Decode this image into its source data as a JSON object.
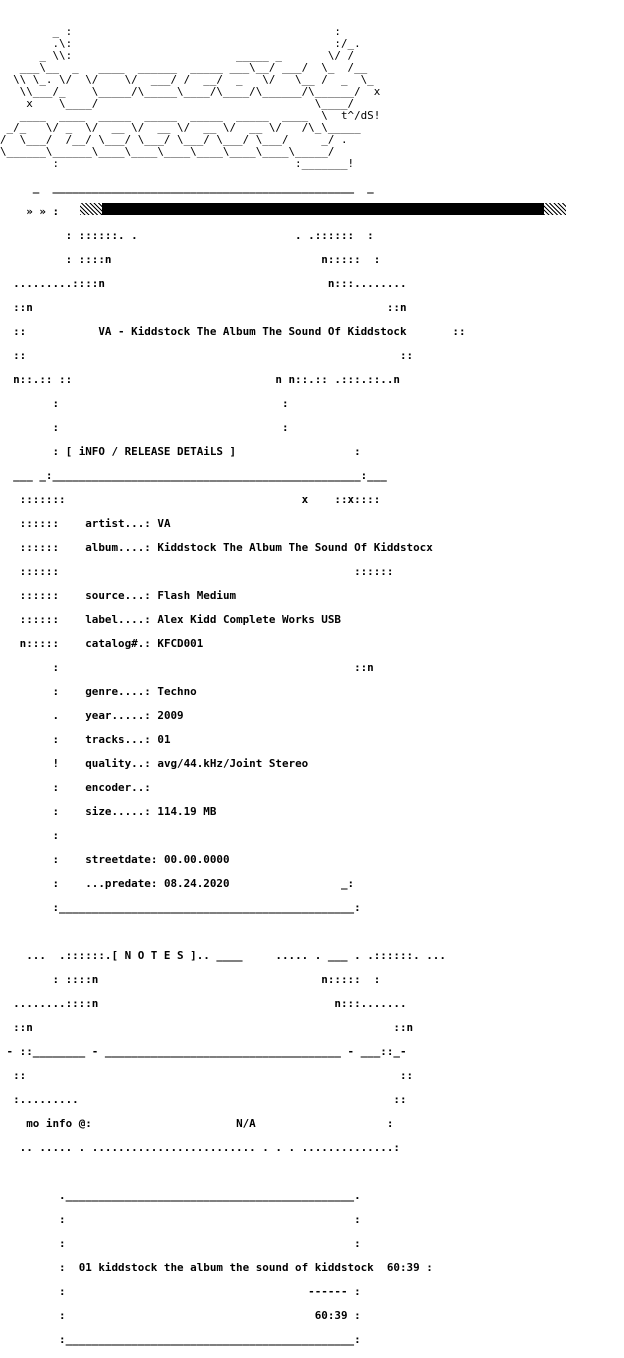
{
  "header_art": [
    "        _ :                                        :          ",
    "        .\\:                                        :/_.      ",
    "      _ \\\\:                         _____ _       \\/ /      ",
    "   ___\\__  _   ____  ______  _____ ___\\__/ ___/  \\_  /__   ",
    "  \\\\ \\_. \\/  \\/    \\/  ___/ /  __/  _   \\/   \\__ /  _  \\_",
    "   \\\\___/_    \\_____/\\_____\\____/\\____/\\______/\\______/  x",
    "    x    \\____/                                 \\____/      ",
    "   ____  ____  _____  _____  _____  _____  ____  \\  t^/dS!   ",
    " _/_   \\/ _  \\/  __ \\/  __ \\/  __ \\/  __ \\/   /\\_\\_____ ",
    "/  \\___/  /__/ \\___/ \\___/ \\___/ \\___/ \\___/     _/ .",
    "\\______\\______\\____\\____\\____\\____\\____\\____\\_____/   ",
    "        :                                    :_______!       "
  ],
  "arrows_left": "    » » :",
  "arrows_right": ": » »",
  "release_title": "VA - Kiddstock The Album The Sound Of Kiddstock",
  "info_header": "[ iNFO / RELEASE DETAiLS ]",
  "details": [
    {
      "key": "artist...:",
      "value": "VA"
    },
    {
      "key": "album....:",
      "value": "Kiddstock The Album The Sound Of Kiddstocx"
    },
    {
      "key": "",
      "value": ""
    },
    {
      "key": "source...:",
      "value": "Flash Medium"
    },
    {
      "key": "label....:",
      "value": "Alex Kidd Complete Works USB"
    },
    {
      "key": "catalog#.:",
      "value": "KFCD001"
    },
    {
      "key": "",
      "value": ""
    },
    {
      "key": "genre....:",
      "value": "Techno"
    },
    {
      "key": "year.....:",
      "value": "2009"
    },
    {
      "key": "tracks...:",
      "value": "01"
    },
    {
      "key": "quality..:",
      "value": "avg/44.kHz/Joint Stereo"
    },
    {
      "key": "encoder..:",
      "value": ""
    },
    {
      "key": "size.....:",
      "value": "114.19 MB"
    },
    {
      "key": "",
      "value": ""
    },
    {
      "key": "streetdate:",
      "value": "00.00.0000"
    },
    {
      "key": "...predate:",
      "value": "08.24.2020"
    }
  ],
  "notes_header": "[ N O T E S ]",
  "notes_label": "mo info @:",
  "notes_value": "N/A",
  "tracklist": [
    {
      "title": "01 kiddstock the album the sound of kiddstock",
      "time": "60:39"
    }
  ],
  "total_time": "60:39"
}
